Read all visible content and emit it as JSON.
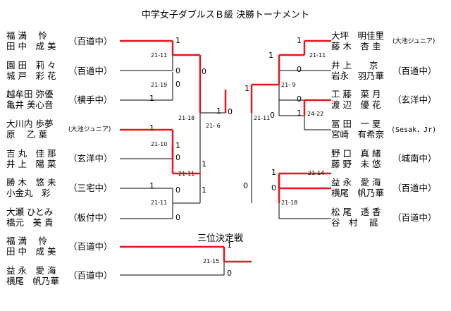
{
  "title": "中学女子ダブルスＢ級 決勝トーナメント",
  "third_place_label": "三位決定戦",
  "left_entries": [
    {
      "p1": "福 満　 怜",
      "p2": "田 中　成 美",
      "club": "（百道中）"
    },
    {
      "p1": "園 田　莉 々",
      "p2": "城 戸　彩 花",
      "club": "（百道中）"
    },
    {
      "p1": "越牟田 弥優",
      "p2": "亀井 美心音",
      "club": "（横手中）"
    },
    {
      "p1": "大川内 歩夢",
      "p2": "原　 乙 葉",
      "club": "(大池ジュニア)"
    },
    {
      "p1": "吉 丸　佳 那",
      "p2": "井 上　陽 菜",
      "club": "（玄洋中）"
    },
    {
      "p1": "勝 木　悠 未",
      "p2": "小金丸　彩",
      "club": "（三宅中）"
    },
    {
      "p1": "大瀬 ひとみ",
      "p2": "橋元　美 貴",
      "club": "（板付中）"
    }
  ],
  "right_entries": [
    {
      "p1": "大坪　明佳里",
      "p2": "藤 木　杏 圭",
      "club": "(大池ジュニア)"
    },
    {
      "p1": "井 上　　京",
      "p2": "岩永　羽乃華",
      "club": "（百道中）"
    },
    {
      "p1": "工 藤　菜 月",
      "p2": "渡 辺　優 花",
      "club": "（玄洋中）"
    },
    {
      "p1": "冨 田　一 夏",
      "p2": "宮崎　有希奈",
      "club": "(Sesak．Jr)"
    },
    {
      "p1": "野 口　真 緒",
      "p2": "藤 野　未 悠",
      "club": "（城南中）"
    },
    {
      "p1": "益 永　愛 海",
      "p2": "横尾　帆乃華",
      "club": "（百道中）"
    },
    {
      "p1": "松 尾　透 香",
      "p2": "谷　村　 謡",
      "club": "（百道中）"
    }
  ],
  "third_entries": [
    {
      "p1": "福 満　 怜",
      "p2": "田 中　成 美",
      "club": "（百道中）"
    },
    {
      "p1": "益 永　愛 海",
      "p2": "横尾　帆乃華",
      "club": "（百道中）"
    }
  ],
  "scores": {
    "l_r1_a": "21-11",
    "l_r1_b": "21-19",
    "l_r1_c": "21-10",
    "l_r1_d": "21-11",
    "l_sf_a": "21-18",
    "l_sf_b": "21-11",
    "final_l": "21- 6",
    "final_r": "21-11",
    "r_r1_a": "21-11",
    "r_r1_b": "24-22",
    "r_r1_c": "21-14",
    "r_sf_a": "21- 9",
    "r_sf_b": "21-18",
    "third": "21-15"
  },
  "games": {
    "g01": "1",
    "g02": "0",
    "g03": "0",
    "g04": "1",
    "g05": "0",
    "g06": "1",
    "g07": "1",
    "g08": "0",
    "g09": "0",
    "g10": "1",
    "g11": "0",
    "g12": "1",
    "g13": "1",
    "g14": "1",
    "g15": "0",
    "g16": "1",
    "g17": "0",
    "g18": "0",
    "g19": "1",
    "g20": "1",
    "g21": "0",
    "g22": "1",
    "g23": "0",
    "g24": "1",
    "g25": "0",
    "g26": "1",
    "g27": "0"
  },
  "colors": {
    "winner_line": "#e8141e",
    "line": "#000000"
  }
}
